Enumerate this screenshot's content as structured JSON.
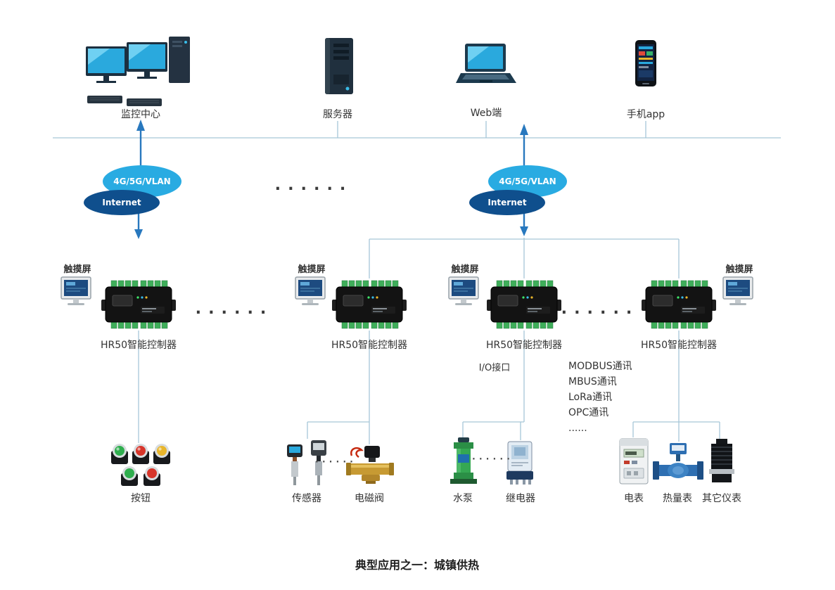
{
  "top_devices": [
    {
      "label": "监控中心"
    },
    {
      "label": "服务器"
    },
    {
      "label": "Web端"
    },
    {
      "label": "手机app"
    }
  ],
  "clouds": [
    {
      "network": "4G/5G/VLAN",
      "internet": "Internet"
    },
    {
      "network": "4G/5G/VLAN",
      "internet": "Internet"
    }
  ],
  "dots": {
    "top": "......",
    "controllers_left": "......",
    "controllers_right": "......",
    "sensor_valve": "......",
    "pump_relay": "......"
  },
  "controllers": [
    {
      "touch_label": "触摸屏",
      "label": "HR50智能控制器"
    },
    {
      "touch_label": "触摸屏",
      "label": "HR50智能控制器"
    },
    {
      "touch_label": "触摸屏",
      "label": "HR50智能控制器"
    },
    {
      "touch_label": "触摸屏",
      "label": "HR50智能控制器"
    }
  ],
  "annotations": {
    "io_port": "I/O接口",
    "protocols": [
      "MODBUS通讯",
      "MBUS通讯",
      "LoRa通讯",
      "OPC通讯",
      "......"
    ]
  },
  "field_devices": [
    {
      "label": "按钮"
    },
    {
      "label": "传感器"
    },
    {
      "label": "电磁阀"
    },
    {
      "label": "水泵"
    },
    {
      "label": "继电器"
    },
    {
      "label": "电表"
    },
    {
      "label": "热量表"
    },
    {
      "label": "其它仪表"
    }
  ],
  "caption": "典型应用之一：城镇供热",
  "colors": {
    "cloud_light": "#29abe2",
    "cloud_dark": "#0f4f8d",
    "line": "#a6c6d8",
    "arrow": "#2878be"
  }
}
